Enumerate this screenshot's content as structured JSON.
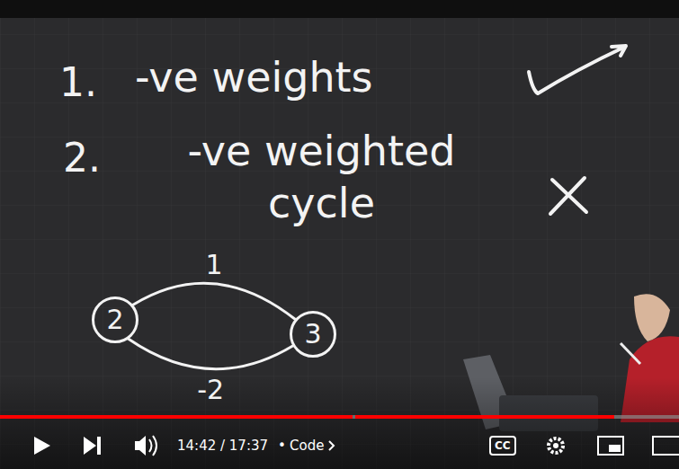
{
  "diagram": {
    "nodes": [
      {
        "text": [
          "2"
        ]
      },
      {
        "text": [
          "3"
        ]
      }
    ],
    "edges": [
      {
        "from": 0,
        "to": 1,
        "arrow": "none",
        "label": "1"
      },
      {
        "from": 0,
        "to": 1,
        "arrow": "none",
        "label": "-2"
      }
    ],
    "labels": [
      "1.",
      "-ve weights",
      "2.",
      "-ve weighted cycle",
      "14:42 / 17:37",
      "•",
      "Code",
      "CC"
    ]
  }
}
